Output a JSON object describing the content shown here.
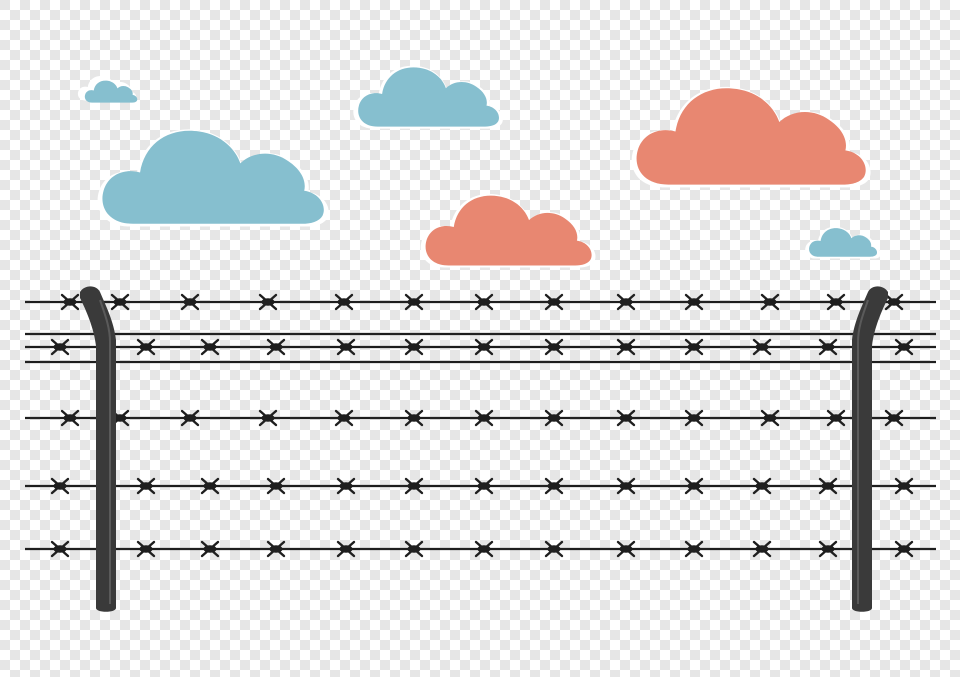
{
  "scene": {
    "background_checker_light": "#ffffff",
    "background_checker_dark": "#e6e6e6",
    "colors": {
      "cloud_blue": "#86bfcf",
      "cloud_coral": "#e88771",
      "cloud_outline": "#ffffff",
      "wire": "#1f1f1f",
      "post": "#3a3a3a",
      "post_highlight": "#5a5a5a"
    },
    "clouds": [
      {
        "name": "cloud-small-blue-left",
        "color": "cloud_blue"
      },
      {
        "name": "cloud-large-blue-left",
        "color": "cloud_blue"
      },
      {
        "name": "cloud-mid-blue-top",
        "color": "cloud_blue"
      },
      {
        "name": "cloud-mid-coral-center",
        "color": "cloud_coral"
      },
      {
        "name": "cloud-large-coral-right",
        "color": "cloud_coral"
      },
      {
        "name": "cloud-small-blue-right",
        "color": "cloud_blue"
      }
    ],
    "fence": {
      "wire_count": 7,
      "post_count": 2,
      "barbs_per_wire": 13
    }
  }
}
